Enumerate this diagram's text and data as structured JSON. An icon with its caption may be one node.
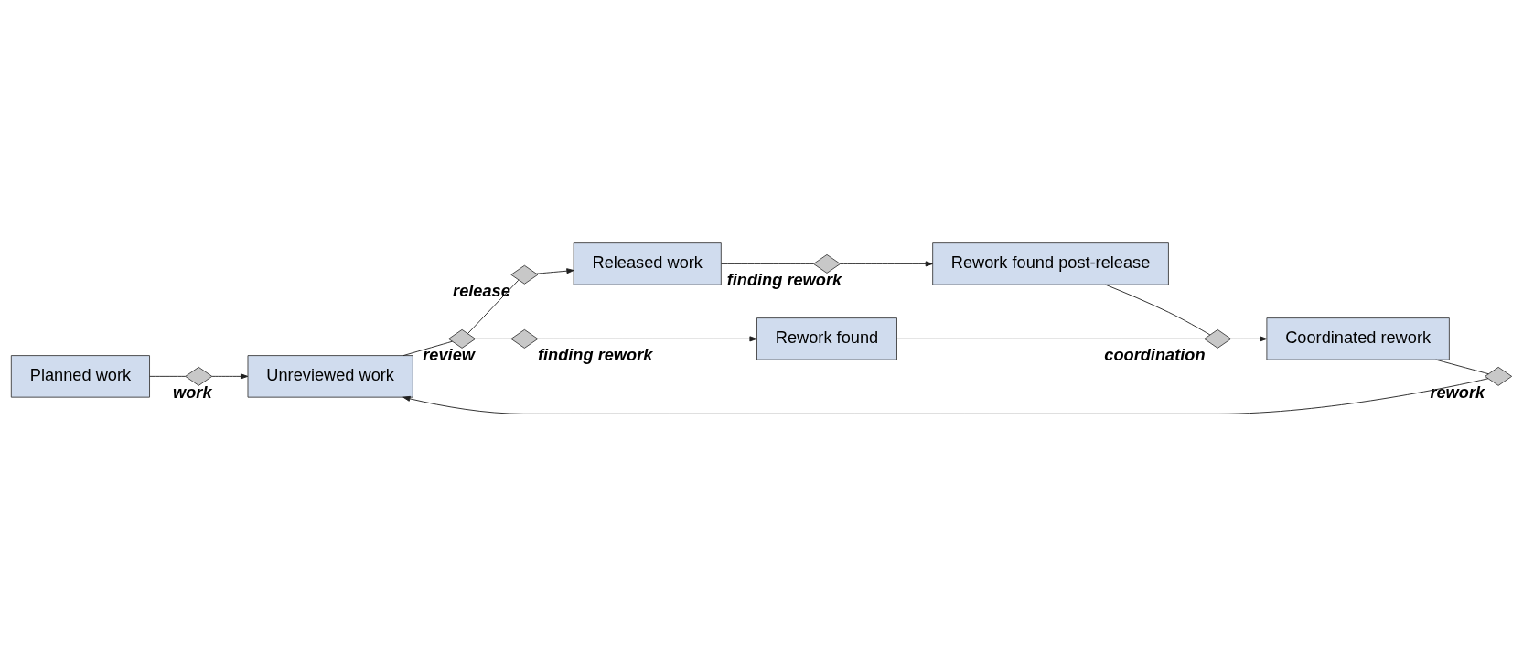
{
  "diagram": {
    "nodes": [
      {
        "text": [
          "Planned work"
        ]
      },
      {
        "text": [],
        "shape": "valve",
        "beside": [
          "work"
        ]
      },
      {
        "text": [
          "Unreviewed work"
        ]
      },
      {
        "text": [],
        "shape": "valve",
        "beside": [
          "review"
        ]
      },
      {
        "text": [],
        "shape": "valve",
        "beside": [
          "release"
        ]
      },
      {
        "text": [
          "Released work"
        ]
      },
      {
        "text": [],
        "shape": "valve",
        "beside": [
          "finding rework"
        ]
      },
      {
        "text": [
          "Rework found"
        ]
      },
      {
        "text": [
          "Rework found post-release"
        ]
      },
      {
        "text": [],
        "shape": "valve",
        "beside": [
          "finding rework"
        ]
      },
      {
        "text": [],
        "shape": "valve",
        "beside": [
          "rework"
        ]
      },
      {
        "text": [
          "Coordinated rework"
        ]
      },
      {
        "text": [],
        "shape": "valve",
        "beside": [
          "coordination"
        ]
      }
    ],
    "edges": [
      {
        "from": 0,
        "to": 1,
        "arrow": "none"
      },
      {
        "from": 1,
        "to": 2,
        "arrow": "to"
      },
      {
        "from": 2,
        "to": 3,
        "arrow": "none"
      },
      {
        "from": 3,
        "to": 4,
        "arrow": "none"
      },
      {
        "from": 4,
        "to": 5,
        "arrow": "to"
      },
      {
        "from": 3,
        "to": 6,
        "arrow": "none"
      },
      {
        "from": 6,
        "to": 7,
        "arrow": "to"
      },
      {
        "from": 5,
        "to": 9,
        "arrow": "none"
      },
      {
        "from": 9,
        "to": 8,
        "arrow": "to"
      },
      {
        "from": 7,
        "to": 12,
        "arrow": "none"
      },
      {
        "from": 8,
        "to": 12,
        "arrow": "none"
      },
      {
        "from": 12,
        "to": 11,
        "arrow": "to"
      },
      {
        "from": 11,
        "to": 10,
        "arrow": "none"
      },
      {
        "from": 10,
        "to": 2,
        "arrow": "to"
      }
    ]
  }
}
